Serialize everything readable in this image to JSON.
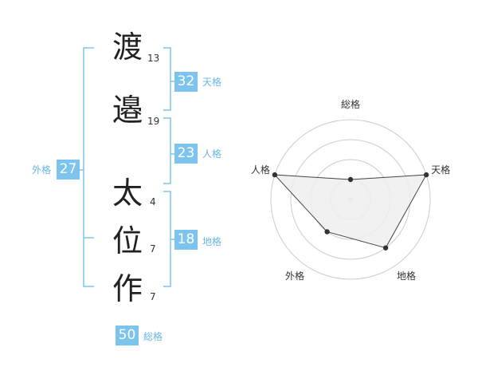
{
  "colors": {
    "accent": "#7cc4ee",
    "accent_text": "#68b4e4",
    "grid": "#cccccc",
    "fill": "#eeeeee",
    "outline": "#444444"
  },
  "name": {
    "chars": [
      {
        "char": "渡",
        "strokes": "13"
      },
      {
        "char": "邉",
        "strokes": "19"
      },
      {
        "char": "太",
        "strokes": "4"
      },
      {
        "char": "位",
        "strokes": "7"
      },
      {
        "char": "作",
        "strokes": "7"
      }
    ]
  },
  "fortunes": {
    "tenkaku": {
      "value": "32",
      "label": "天格"
    },
    "jinkaku": {
      "value": "23",
      "label": "人格"
    },
    "chikaku": {
      "value": "18",
      "label": "地格"
    },
    "gaikaku": {
      "value": "27",
      "label": "外格"
    },
    "soukaku": {
      "value": "50",
      "label": "総格"
    }
  },
  "radar": {
    "levels": 4,
    "axes": [
      {
        "label": "総格",
        "value": 1
      },
      {
        "label": "天格",
        "value": 4
      },
      {
        "label": "地格",
        "value": 3
      },
      {
        "label": "外格",
        "value": 2
      },
      {
        "label": "人格",
        "value": 4
      }
    ]
  }
}
